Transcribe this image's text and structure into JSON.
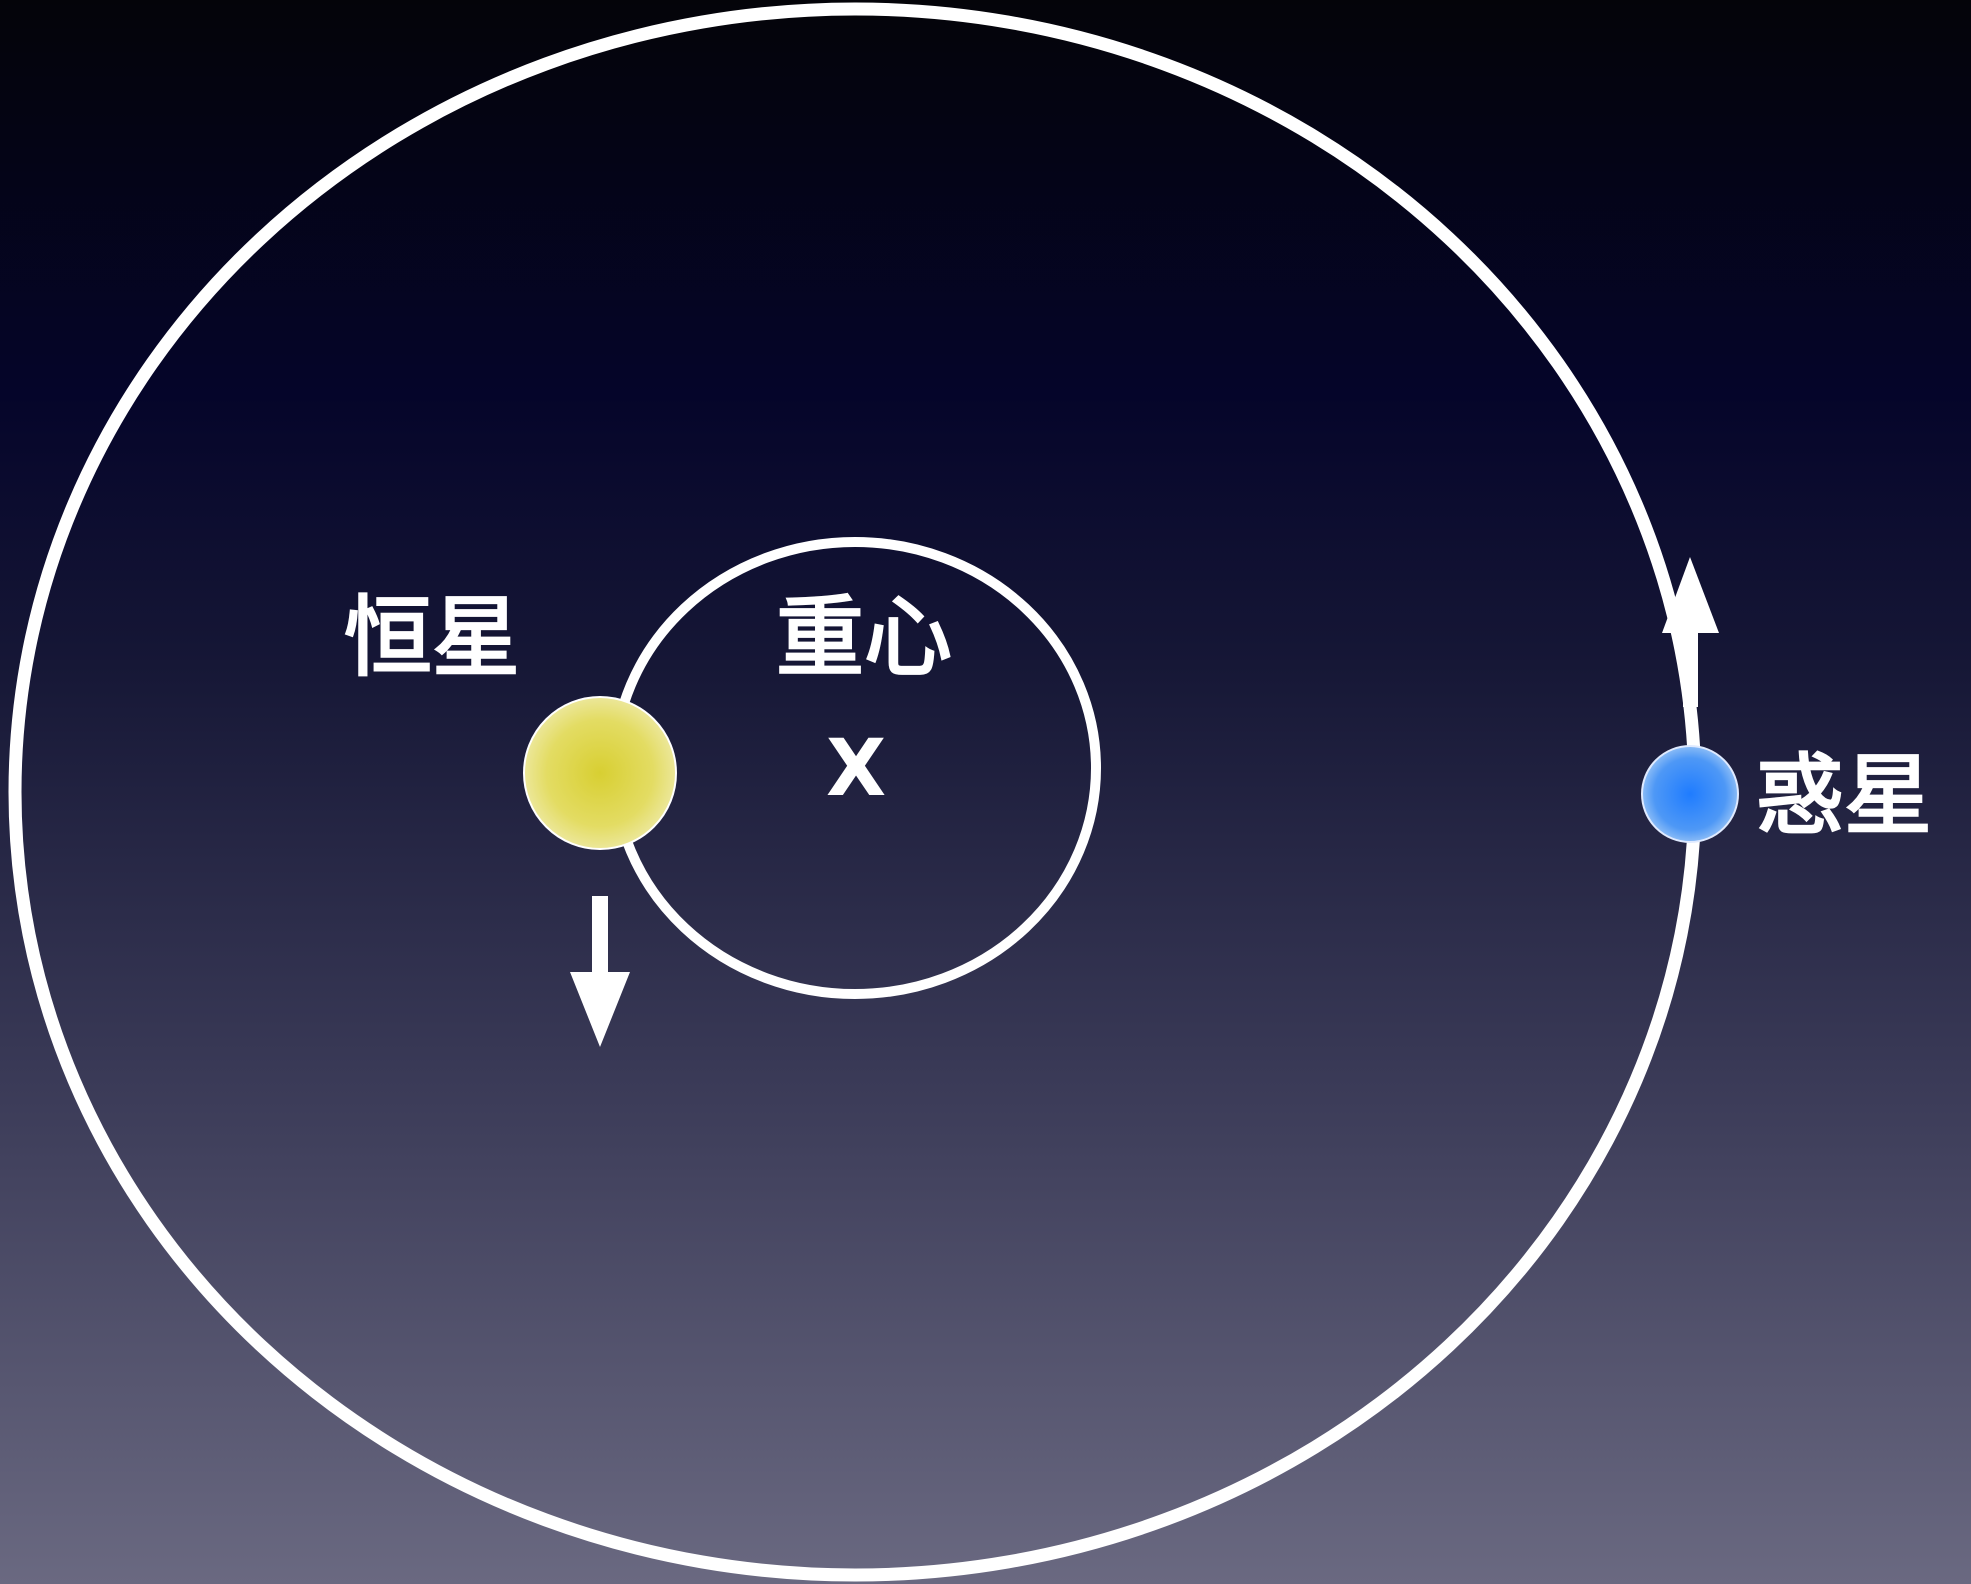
{
  "labels": {
    "star": "恒星",
    "barycenter": "重心",
    "barycenter_marker": "X",
    "planet": "惑星"
  },
  "colors": {
    "background_top": "#040409",
    "background_bottom": "#6a6981",
    "orbit_stroke": "#ffffff",
    "star_fill": "#e0d84a",
    "planet_fill": "#3f8ef8",
    "arrow_fill": "#ffffff"
  },
  "icons": {
    "star_velocity": "arrow-down-icon",
    "planet_velocity": "arrow-up-icon"
  }
}
